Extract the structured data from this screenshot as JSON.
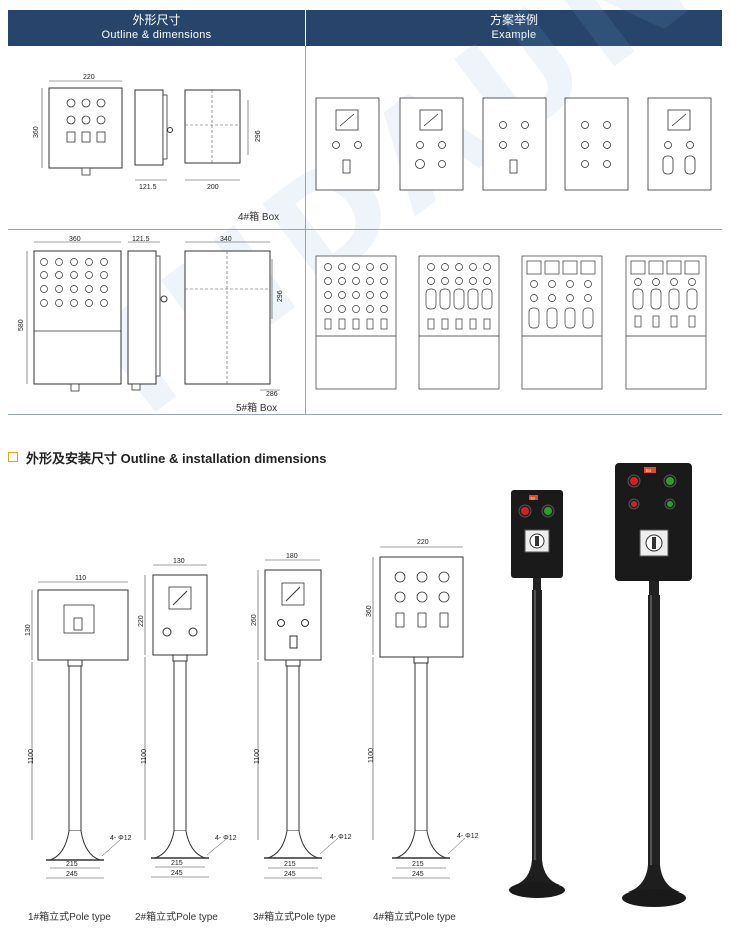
{
  "header": {
    "left_cn": "外形尺寸",
    "left_en": "Outline & dimensions",
    "right_cn": "方案举例",
    "right_en": "Example"
  },
  "box4": {
    "label": "4#箱 Box",
    "dim_width": "220",
    "dim_height": "360",
    "dim_side_depth": "121.5",
    "dim_back_width": "200",
    "dim_back_height": "296"
  },
  "box5": {
    "label": "5#箱 Box",
    "dim_width": "360",
    "dim_height": "580",
    "dim_side_depth": "121.5",
    "dim_back_width": "340",
    "dim_back_height": "296",
    "dim_back_depth": "286"
  },
  "section": {
    "title": "外形及安装尺寸 Outline & installation dimensions"
  },
  "poles": [
    {
      "caption": "1#箱立式Pole type",
      "top_width": "110",
      "box_height": "130",
      "pole_height": "1100",
      "base_inner": "215",
      "base_outer": "245",
      "hole": "4- Φ12"
    },
    {
      "caption": "2#箱立式Pole type",
      "top_width": "130",
      "box_height": "220",
      "pole_height": "1100",
      "base_inner": "215",
      "base_outer": "245",
      "hole": "4- Φ12"
    },
    {
      "caption": "3#箱立式Pole type",
      "top_width": "180",
      "box_height": "260",
      "pole_height": "1100",
      "base_inner": "215",
      "base_outer": "245",
      "hole": "4- Φ12"
    },
    {
      "caption": "4#箱立式Pole type",
      "top_width": "220",
      "box_height": "360",
      "pole_height": "1100",
      "base_inner": "215",
      "base_outer": "245",
      "hole": "4- Φ12"
    }
  ],
  "photo_label": "Ex",
  "watermark": "TNDAUN",
  "colors": {
    "header_bg": "#27456a",
    "box_black": "#1a1a1a",
    "lamp_red": "#d62020",
    "lamp_green": "#2aa02a"
  }
}
